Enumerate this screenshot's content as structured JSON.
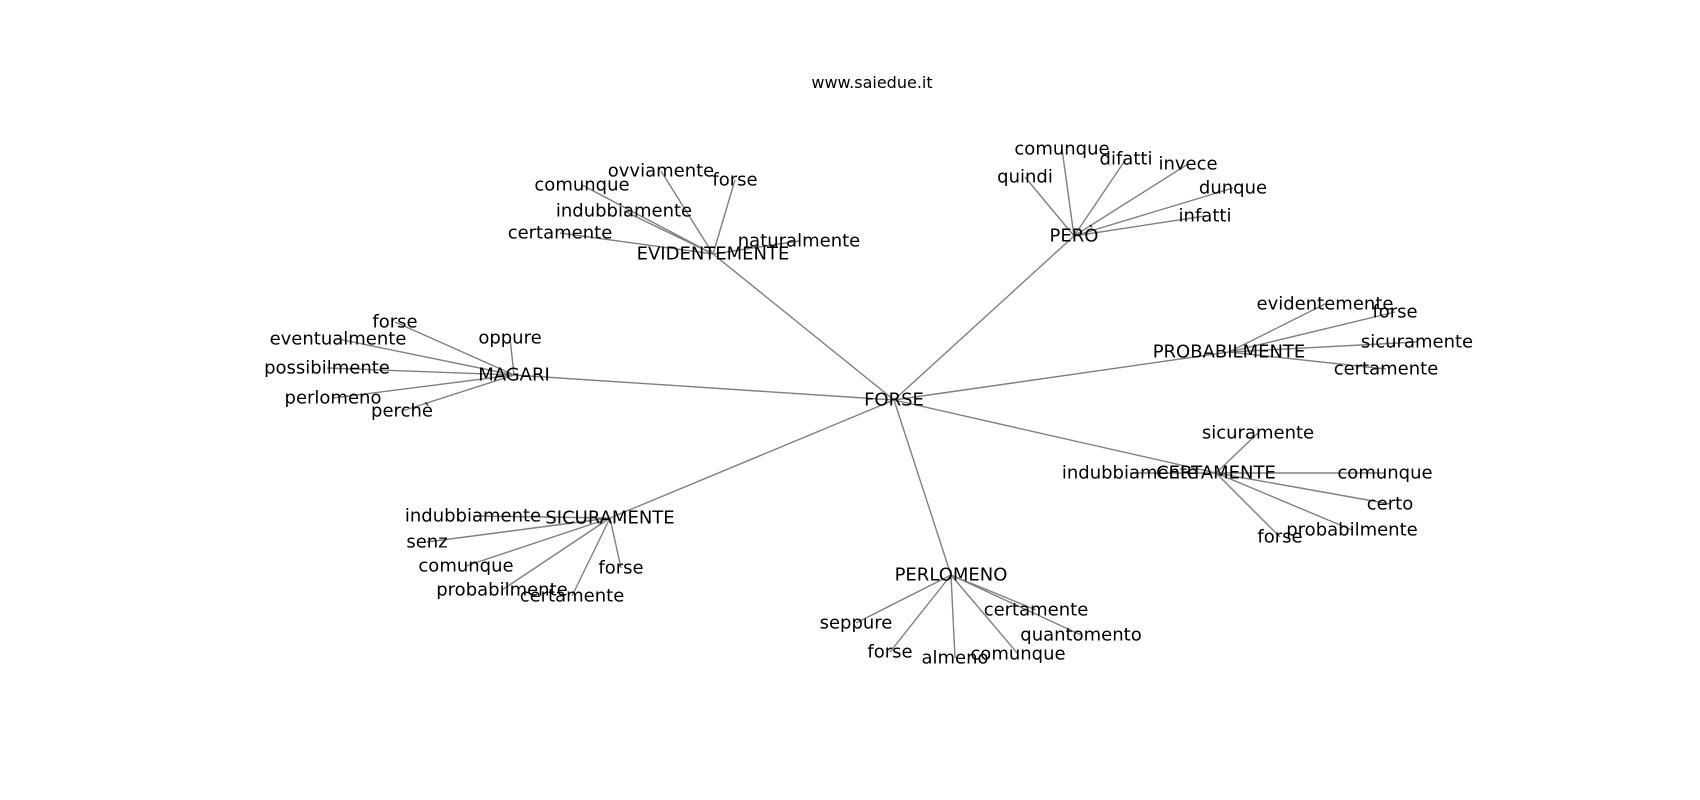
{
  "caption": "www.saiedue.it",
  "graph": {
    "root": {
      "id": "n0",
      "label": "FORSE"
    },
    "hubs": [
      {
        "id": "n1",
        "label": "EVIDENTEMENTE",
        "parent": "n0"
      },
      {
        "id": "n2",
        "label": "PERÒ",
        "parent": "n0"
      },
      {
        "id": "n3",
        "label": "MAGARI",
        "parent": "n0"
      },
      {
        "id": "n4",
        "label": "PROBABILMENTE",
        "parent": "n0"
      },
      {
        "id": "n5",
        "label": "CERTAMENTE",
        "parent": "n0"
      },
      {
        "id": "n6",
        "label": "SICURAMENTE",
        "parent": "n0"
      },
      {
        "id": "n7",
        "label": "PERLOMENO",
        "parent": "n0"
      }
    ],
    "leaves": [
      {
        "id": "l1",
        "label": "ovviamente",
        "parent": "n1"
      },
      {
        "id": "l2",
        "label": "forse",
        "parent": "n1"
      },
      {
        "id": "l3",
        "label": "comunque",
        "parent": "n1"
      },
      {
        "id": "l4",
        "label": "indubbiamente",
        "parent": "n1"
      },
      {
        "id": "l5",
        "label": "certamente",
        "parent": "n1"
      },
      {
        "id": "l6",
        "label": "naturalmente",
        "parent": "n1"
      },
      {
        "id": "l7",
        "label": "comunque",
        "parent": "n2"
      },
      {
        "id": "l8",
        "label": "difatti",
        "parent": "n2"
      },
      {
        "id": "l9",
        "label": "invece",
        "parent": "n2"
      },
      {
        "id": "l10",
        "label": "quindi",
        "parent": "n2"
      },
      {
        "id": "l11",
        "label": "dunque",
        "parent": "n2"
      },
      {
        "id": "l12",
        "label": "infatti",
        "parent": "n2"
      },
      {
        "id": "l13",
        "label": "forse",
        "parent": "n3"
      },
      {
        "id": "l14",
        "label": "oppure",
        "parent": "n3"
      },
      {
        "id": "l15",
        "label": "eventualmente",
        "parent": "n3"
      },
      {
        "id": "l16",
        "label": "possibilmente",
        "parent": "n3"
      },
      {
        "id": "l17",
        "label": "perlomeno",
        "parent": "n3"
      },
      {
        "id": "l18",
        "label": "perchè",
        "parent": "n3"
      },
      {
        "id": "l19",
        "label": "evidentemente",
        "parent": "n4"
      },
      {
        "id": "l20",
        "label": "forse",
        "parent": "n4"
      },
      {
        "id": "l21",
        "label": "sicuramente",
        "parent": "n4"
      },
      {
        "id": "l22",
        "label": "certamente",
        "parent": "n4"
      },
      {
        "id": "l23",
        "label": "sicuramente",
        "parent": "n5"
      },
      {
        "id": "l24",
        "label": "indubbiamente",
        "parent": "n5"
      },
      {
        "id": "l25",
        "label": "comunque",
        "parent": "n5"
      },
      {
        "id": "l26",
        "label": "certo",
        "parent": "n5"
      },
      {
        "id": "l27",
        "label": "probabilmente",
        "parent": "n5"
      },
      {
        "id": "l28",
        "label": "forse",
        "parent": "n5"
      },
      {
        "id": "l29",
        "label": "indubbiamente",
        "parent": "n6"
      },
      {
        "id": "l30",
        "label": "senz",
        "parent": "n6"
      },
      {
        "id": "l31",
        "label": "comunque",
        "parent": "n6"
      },
      {
        "id": "l32",
        "label": "forse",
        "parent": "n6"
      },
      {
        "id": "l33",
        "label": "probabilmente",
        "parent": "n6"
      },
      {
        "id": "l34",
        "label": "certamente",
        "parent": "n6"
      },
      {
        "id": "l35",
        "label": "certamente",
        "parent": "n7"
      },
      {
        "id": "l36",
        "label": "quantomento",
        "parent": "n7"
      },
      {
        "id": "l37",
        "label": "seppure",
        "parent": "n7"
      },
      {
        "id": "l38",
        "label": "forse",
        "parent": "n7"
      },
      {
        "id": "l39",
        "label": "almeno",
        "parent": "n7"
      },
      {
        "id": "l40",
        "label": "comunque",
        "parent": "n7"
      }
    ]
  }
}
